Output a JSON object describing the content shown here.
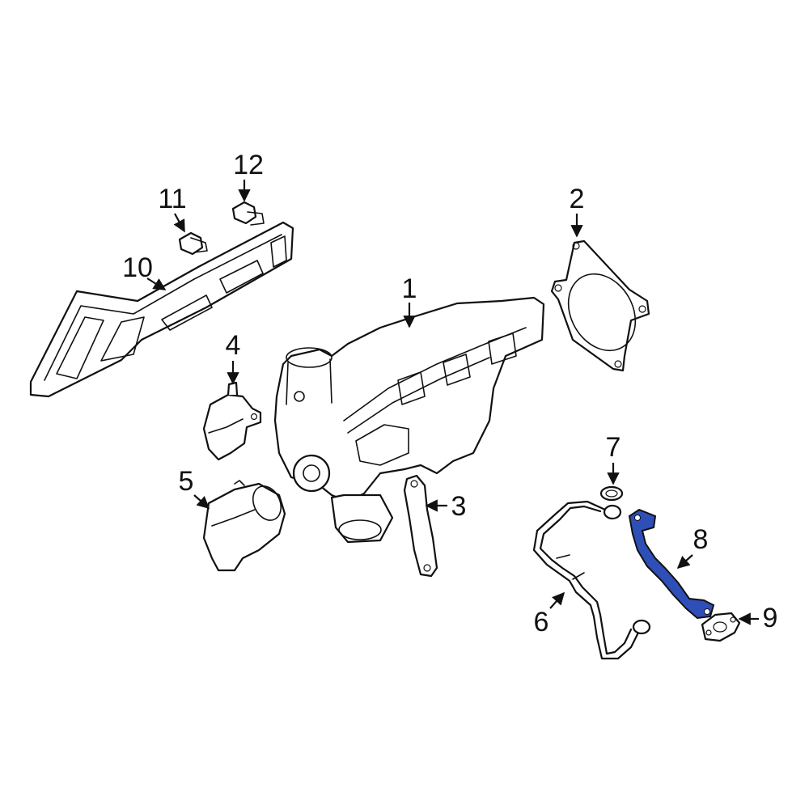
{
  "diagram": {
    "highlight_color": "#2f4fb8",
    "highlighted_part": "8",
    "callouts": [
      {
        "label": "1"
      },
      {
        "label": "2"
      },
      {
        "label": "3"
      },
      {
        "label": "4"
      },
      {
        "label": "5"
      },
      {
        "label": "6"
      },
      {
        "label": "7"
      },
      {
        "label": "8"
      },
      {
        "label": "9"
      },
      {
        "label": "10"
      },
      {
        "label": "11"
      },
      {
        "label": "12"
      }
    ]
  }
}
